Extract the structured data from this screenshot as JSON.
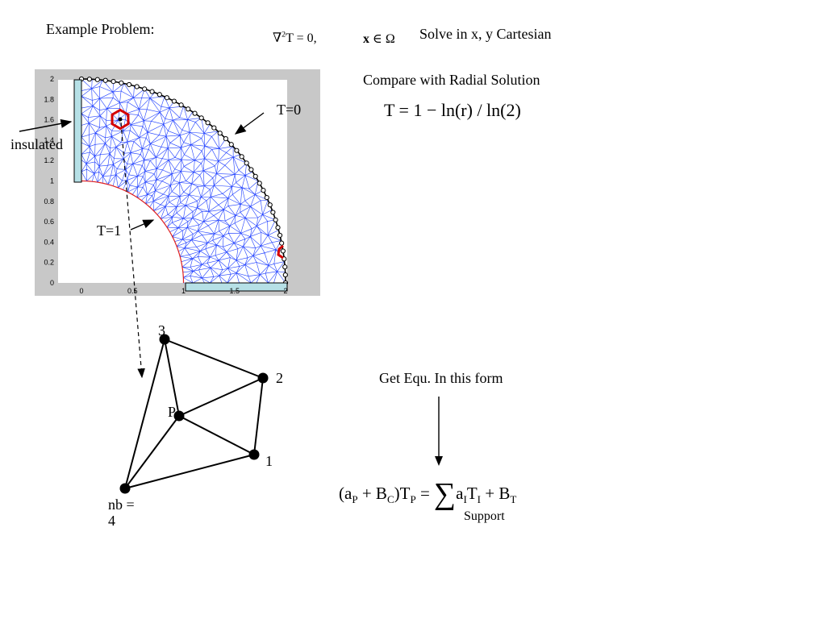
{
  "header": {
    "title": "Example Problem:",
    "equation_lhs": "∇",
    "equation_sup": "2",
    "equation_rhs": "T = 0,",
    "domain_x": "x",
    "domain_rest": " ∈ Ω",
    "solve_text": "Solve in x, y Cartesian"
  },
  "compare": {
    "label": "Compare with Radial Solution",
    "formula": "T = 1 − ln(r) / ln(2)"
  },
  "mesh_plot": {
    "y_ticks": [
      "2",
      "1.8",
      "1.6",
      "1.4",
      "1.2",
      "1",
      "0.8",
      "0.6",
      "0.4",
      "0.2",
      "0"
    ],
    "x_ticks": [
      "0",
      "0.5",
      "1",
      "1.5",
      "2"
    ],
    "boundary_labels": {
      "outer": "T=0",
      "inner": "T=1",
      "side": "insulated"
    },
    "colors": {
      "mesh": "#1f3fff",
      "inner_boundary": "#e02020",
      "highlight": "#d40000",
      "insulated_strip": "#b6e0e6",
      "plot_frame": "#c8c8c8"
    }
  },
  "stencil": {
    "labels": {
      "n3": "3",
      "n2": "2",
      "n1": "1",
      "p": "P",
      "nb_line1": "nb =",
      "nb_line2": "4"
    }
  },
  "get_equ": {
    "label": "Get Equ. In this form"
  },
  "discrete_eq": {
    "paren_open": "(a",
    "sub_p": "P",
    "plus_b": " + B",
    "sub_c": "C",
    "close_t": ")T",
    "sub_p2": "P",
    "equals": " = ",
    "sigma": "∑",
    "a": "a",
    "sub_i": "I",
    "t": "T",
    "sub_i2": "I",
    "plus_bt": " + B",
    "sub_t": "T",
    "support": "Support"
  }
}
